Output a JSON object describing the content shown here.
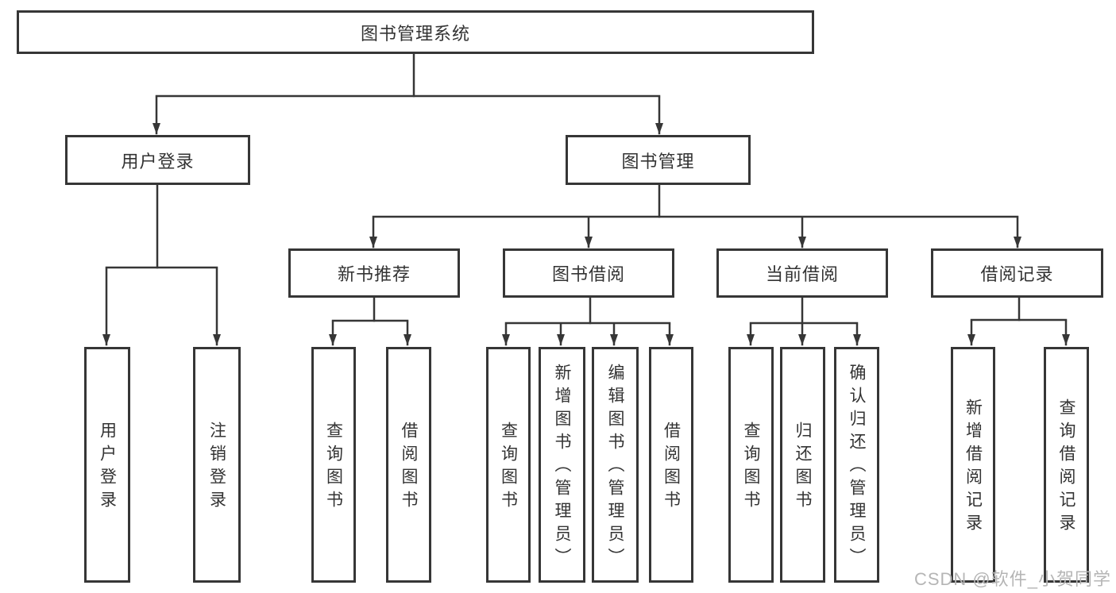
{
  "diagram": {
    "title": "图书管理系统",
    "level2": {
      "user_login": "用户登录",
      "book_mgmt": "图书管理"
    },
    "level3": {
      "new_book_rec": "新书推荐",
      "book_borrow": "图书借阅",
      "current_borrow": "当前借阅",
      "borrow_records": "借阅记录"
    },
    "leaves": {
      "user_login": [
        "用户登录",
        "注销登录"
      ],
      "new_book_rec": [
        "查询图书",
        "借阅图书"
      ],
      "book_borrow": [
        "查询图书",
        "新增图书（管理员）",
        "编辑图书（管理员）",
        "借阅图书"
      ],
      "current_borrow": [
        "查询图书",
        "归还图书",
        "确认归还（管理员）"
      ],
      "borrow_records": [
        "新增借阅记录",
        "查询借阅记录"
      ]
    }
  },
  "watermark": "CSDN @软件_小贺同学",
  "colors": {
    "line": "#363636",
    "text": "#333333",
    "watermark": "#b5b5b5",
    "background": "#ffffff"
  }
}
